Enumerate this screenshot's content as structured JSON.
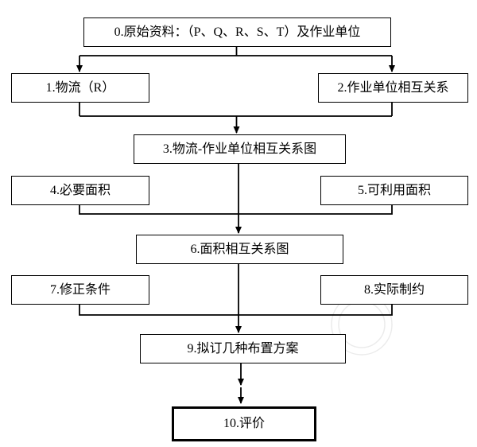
{
  "diagram": {
    "type": "flowchart",
    "language": "zh-CN",
    "topic": "SLP layout planning procedure"
  },
  "boxes": [
    {
      "id": 0,
      "label": "0.原始资料：（P、Q、R、S、T）及作业单位"
    },
    {
      "id": 1,
      "label": "1.物流（R）"
    },
    {
      "id": 2,
      "label": "2.作业单位相互关系"
    },
    {
      "id": 3,
      "label": "3.物流-作业单位相互关系图"
    },
    {
      "id": 4,
      "label": "4.必要面积"
    },
    {
      "id": 5,
      "label": "5.可利用面积"
    },
    {
      "id": 6,
      "label": "6.面积相互关系图"
    },
    {
      "id": 7,
      "label": "7.修正条件"
    },
    {
      "id": 8,
      "label": "8.实际制约"
    },
    {
      "id": 9,
      "label": "9.拟订几种布置方案"
    },
    {
      "id": 10,
      "label": "10.评价"
    }
  ],
  "edges": [
    {
      "from": 0,
      "to": 1
    },
    {
      "from": 0,
      "to": 2
    },
    {
      "from": 1,
      "to": 3
    },
    {
      "from": 2,
      "to": 3
    },
    {
      "from": 3,
      "to": 6
    },
    {
      "from": 4,
      "to": 6
    },
    {
      "from": 5,
      "to": 6
    },
    {
      "from": 6,
      "to": 9
    },
    {
      "from": 7,
      "to": 9
    },
    {
      "from": 8,
      "to": 9
    },
    {
      "from": 9,
      "to": 10,
      "style": "double-arrow"
    }
  ],
  "colors": {
    "background": "#ffffff",
    "box_border": "#000000",
    "text": "#000000",
    "connector": "#000000",
    "watermark": "#c8c8c8"
  }
}
